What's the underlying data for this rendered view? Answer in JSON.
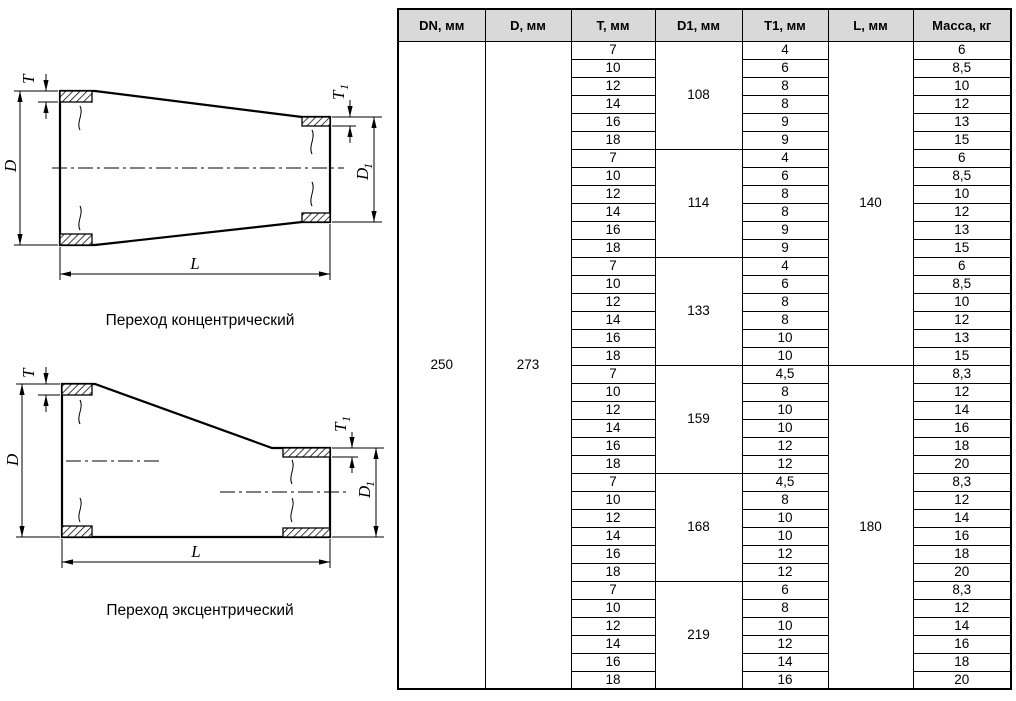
{
  "drawings": {
    "labels": {
      "t": "T",
      "d": "D",
      "l": "L",
      "t1_base": "T",
      "t1_sub": "1",
      "d1_base": "D",
      "d1_sub": "1"
    },
    "concentric": {
      "caption": "Переход концентрический"
    },
    "eccentric": {
      "caption": "Переход эксцентрический"
    }
  },
  "table": {
    "headers": [
      "DN, мм",
      "D, мм",
      "T, мм",
      "D1, мм",
      "T1, мм",
      "L, мм",
      "Масса, кг"
    ],
    "dn": "250",
    "d": "273",
    "l_spans": [
      {
        "value": "140",
        "row_count": 18
      },
      {
        "value": "180",
        "row_count": 18
      }
    ],
    "groups": [
      {
        "d1": "108",
        "rows": [
          [
            "7",
            "4",
            "6"
          ],
          [
            "10",
            "6",
            "8,5"
          ],
          [
            "12",
            "8",
            "10"
          ],
          [
            "14",
            "8",
            "12"
          ],
          [
            "16",
            "9",
            "13"
          ],
          [
            "18",
            "9",
            "15"
          ]
        ]
      },
      {
        "d1": "114",
        "rows": [
          [
            "7",
            "4",
            "6"
          ],
          [
            "10",
            "6",
            "8,5"
          ],
          [
            "12",
            "8",
            "10"
          ],
          [
            "14",
            "8",
            "12"
          ],
          [
            "16",
            "9",
            "13"
          ],
          [
            "18",
            "9",
            "15"
          ]
        ]
      },
      {
        "d1": "133",
        "rows": [
          [
            "7",
            "4",
            "6"
          ],
          [
            "10",
            "6",
            "8,5"
          ],
          [
            "12",
            "8",
            "10"
          ],
          [
            "14",
            "8",
            "12"
          ],
          [
            "16",
            "10",
            "13"
          ],
          [
            "18",
            "10",
            "15"
          ]
        ]
      },
      {
        "d1": "159",
        "rows": [
          [
            "7",
            "4,5",
            "8,3"
          ],
          [
            "10",
            "8",
            "12"
          ],
          [
            "12",
            "10",
            "14"
          ],
          [
            "14",
            "10",
            "16"
          ],
          [
            "16",
            "12",
            "18"
          ],
          [
            "18",
            "12",
            "20"
          ]
        ]
      },
      {
        "d1": "168",
        "rows": [
          [
            "7",
            "4,5",
            "8,3"
          ],
          [
            "10",
            "8",
            "12"
          ],
          [
            "12",
            "10",
            "14"
          ],
          [
            "14",
            "10",
            "16"
          ],
          [
            "16",
            "12",
            "18"
          ],
          [
            "18",
            "12",
            "20"
          ]
        ]
      },
      {
        "d1": "219",
        "rows": [
          [
            "7",
            "6",
            "8,3"
          ],
          [
            "10",
            "8",
            "12"
          ],
          [
            "12",
            "10",
            "14"
          ],
          [
            "14",
            "12",
            "16"
          ],
          [
            "16",
            "14",
            "18"
          ],
          [
            "18",
            "16",
            "20"
          ]
        ]
      }
    ]
  }
}
